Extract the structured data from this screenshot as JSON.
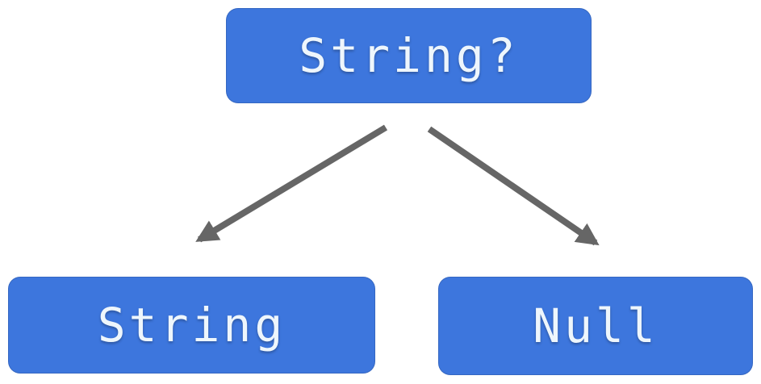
{
  "diagram": {
    "nodes": {
      "root": {
        "label": "String?"
      },
      "left": {
        "label": "String"
      },
      "right": {
        "label": "Null"
      }
    },
    "edges": [
      {
        "from": "String?",
        "to": "String"
      },
      {
        "from": "String?",
        "to": "Null"
      }
    ],
    "colors": {
      "node_fill": "#3d76dd",
      "node_text": "#eef6fc",
      "arrow": "#666666",
      "background": "#ffffff"
    }
  }
}
